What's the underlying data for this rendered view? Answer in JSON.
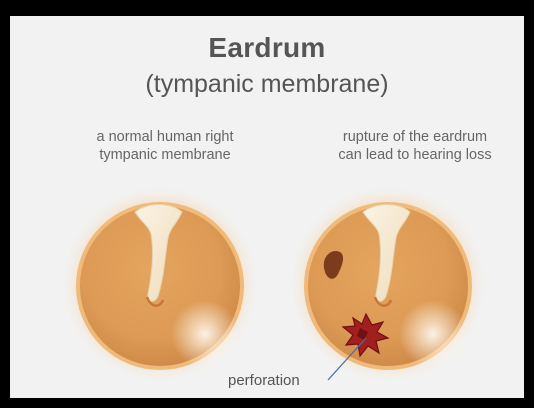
{
  "title": "Eardrum",
  "subtitle": "(tympanic membrane)",
  "left_caption": {
    "line1": "a normal human right",
    "line2": "tympanic membrane"
  },
  "right_caption": {
    "line1": "rupture of the eardrum",
    "line2": "can lead to hearing loss"
  },
  "perforation_label": "perforation",
  "colors": {
    "background": "#f2f2f2",
    "frame": "#000000",
    "membrane": "#e8b06a",
    "glow": "#f9c98f",
    "malleus": "#f7ecd6",
    "perforation": "#9b1c1c",
    "text": "#555555"
  }
}
